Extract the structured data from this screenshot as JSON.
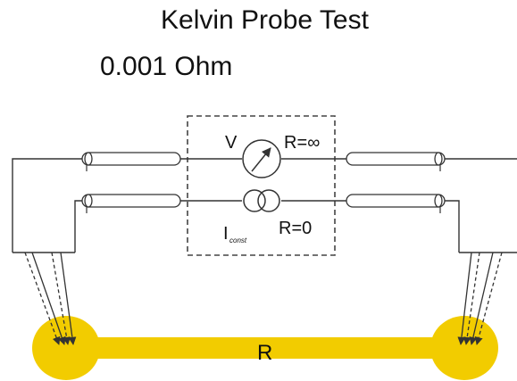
{
  "header": {
    "title": "Kelvin Probe Test",
    "value": "0.001 Ohm"
  },
  "instrument": {
    "voltmeter_symbol": "V",
    "voltmeter_resistance": "R=∞",
    "current_symbol": "I",
    "current_subscript": "const",
    "current_resistance": "R=0"
  },
  "sample": {
    "label": "R",
    "color": "#F2CC00"
  },
  "colors": {
    "wire": "#333333",
    "dashed_box": "#444444"
  }
}
